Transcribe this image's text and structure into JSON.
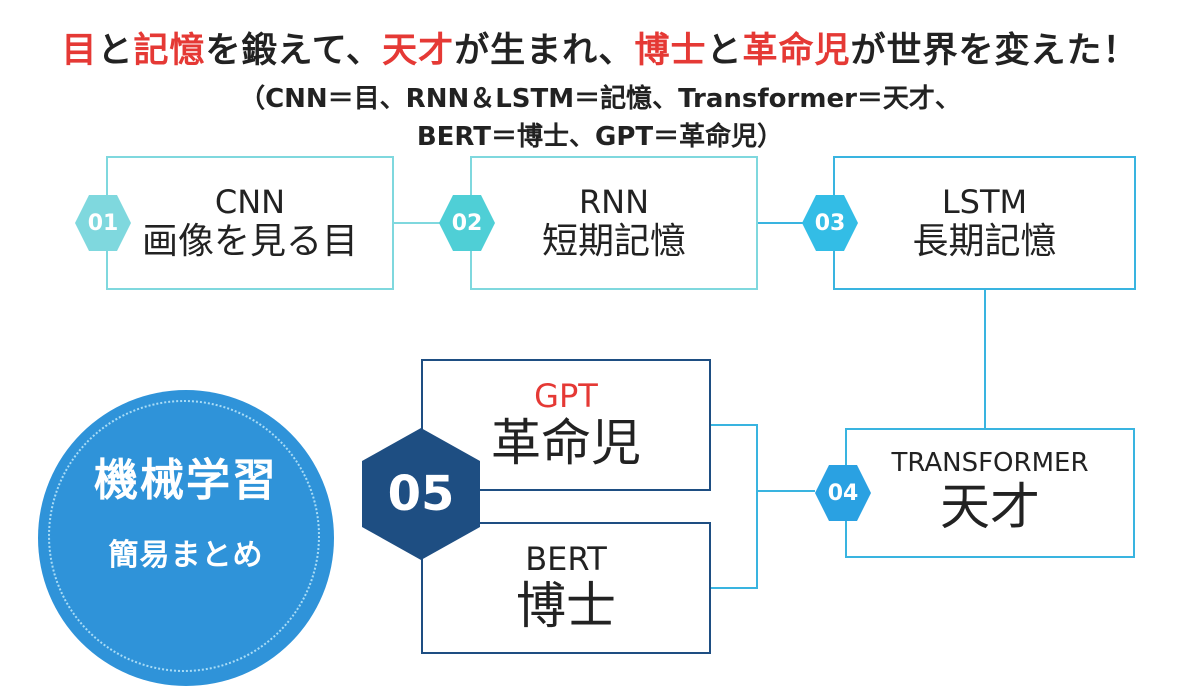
{
  "title": {
    "p1": "目",
    "p2": "と",
    "p3": "記憶",
    "p4": "を鍛えて、",
    "p5": "天才",
    "p6": "が生まれ、",
    "p7": "博士",
    "p8": "と",
    "p9": "革命児",
    "p10": "が世界を変えた！"
  },
  "subtitle": {
    "line1": "（CNN＝目、RNN＆LSTM＝記憶、Transformer＝天才、",
    "line2": "BERT＝博士、GPT＝革命児）"
  },
  "steps": [
    {
      "num": "01",
      "en": "CNN",
      "ja": "画像を見る目"
    },
    {
      "num": "02",
      "en": "RNN",
      "ja": "短期記憶"
    },
    {
      "num": "03",
      "en": "LSTM",
      "ja": "長期記憶"
    },
    {
      "num": "04",
      "en": "TRANSFORMER",
      "ja": "天才"
    },
    {
      "num": "05",
      "gpt_en": "GPT",
      "gpt_ja": "革命児",
      "bert_en": "BERT",
      "bert_ja": "博士"
    }
  ],
  "circle": {
    "line1": "機械学習",
    "line2": "簡易まとめ"
  },
  "colors": {
    "red": "#e53935",
    "teal": "#7fd8de",
    "blue": "#39b4e0",
    "navy": "#1e4e82",
    "circle": "#2f93d9"
  }
}
